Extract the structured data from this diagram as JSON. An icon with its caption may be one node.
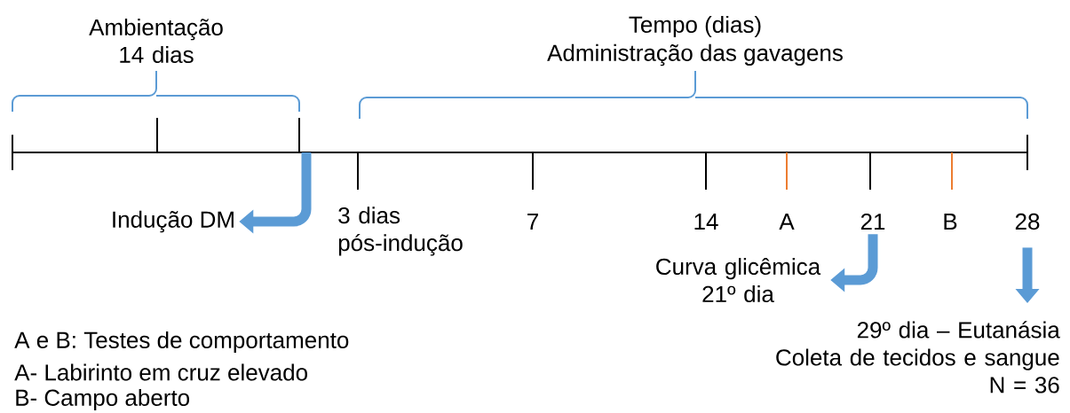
{
  "diagram": {
    "nodes": [
      {
        "text": [
          "Indução DM"
        ]
      },
      {
        "text": [
          "Curva glicêmica 21º dia"
        ]
      },
      {
        "text": [
          "29º dia – Eutanásia",
          "Coleta de tecidos e sangue",
          "N = 36"
        ]
      },
      {
        "text": [
          "21"
        ]
      },
      {
        "text": [
          "28"
        ]
      }
    ],
    "edges": [
      {
        "from": null,
        "to": 0,
        "arrow": "to"
      },
      {
        "from": 3,
        "to": 1,
        "arrow": "to"
      },
      {
        "from": 4,
        "to": 2,
        "arrow": "to"
      }
    ],
    "labels": [
      "Ambientação 14 dias",
      "Tempo (dias)",
      "Administração das gavagens",
      "3 dias pós-indução",
      "7",
      "14",
      "A",
      "B",
      "A e B: Testes de comportamento",
      "A-  Labirinto em cruz elevado",
      "B-  Campo aberto"
    ]
  }
}
